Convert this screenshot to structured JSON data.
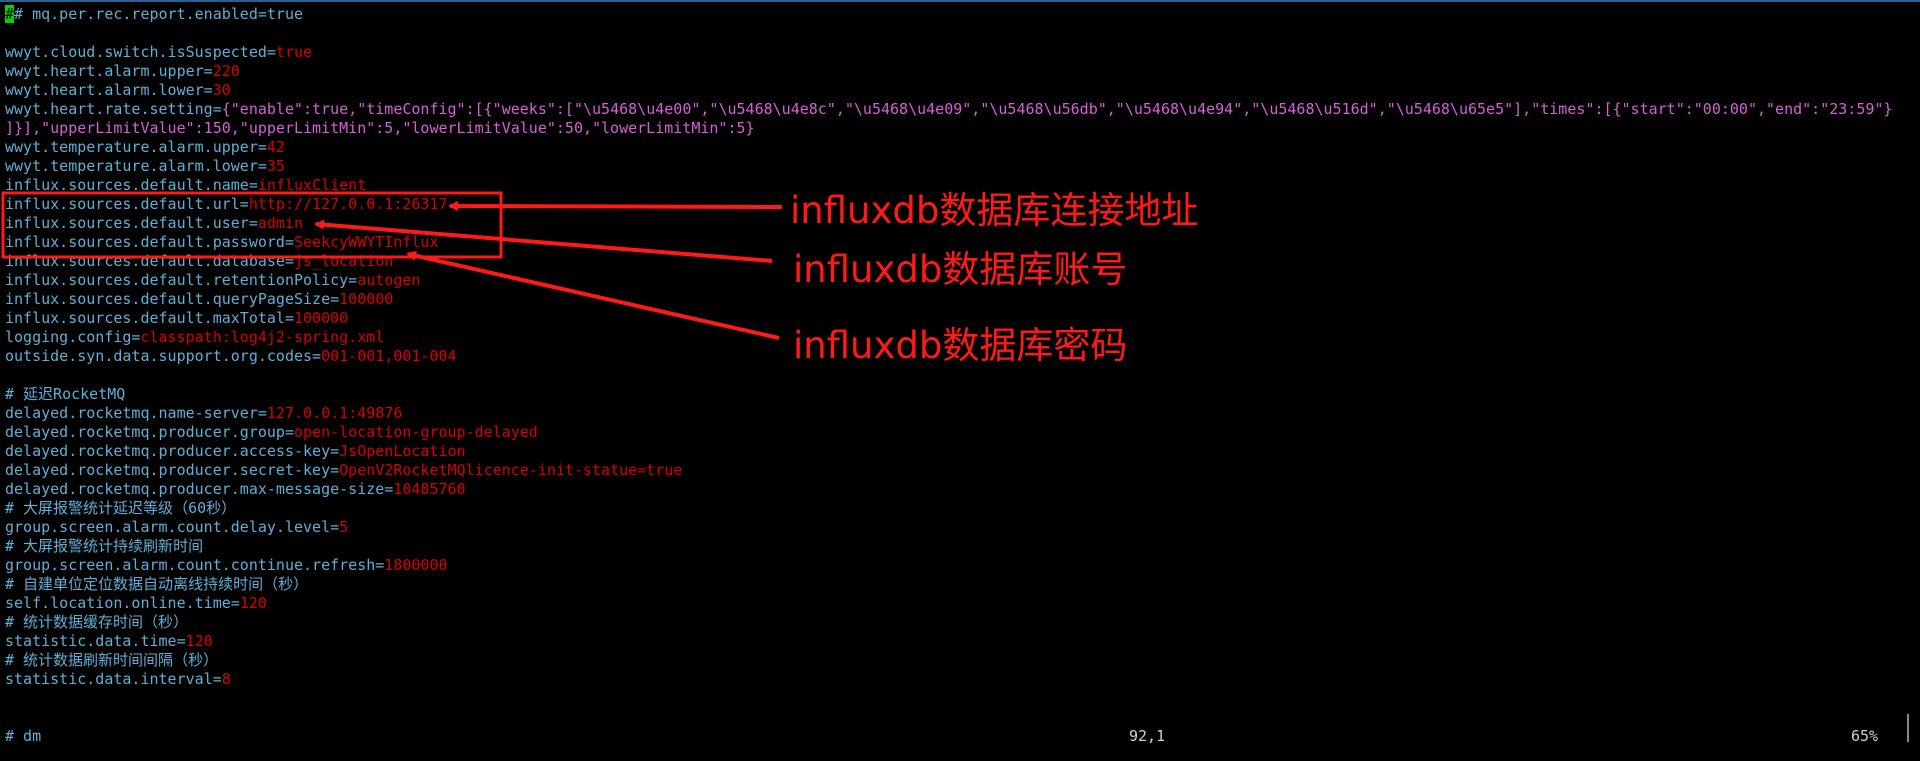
{
  "lines": [
    [
      {
        "t": "#",
        "c": "cur"
      },
      {
        "t": "# mq.per.rec.report.enabled=true",
        "c": "k"
      }
    ],
    [],
    [
      {
        "t": "wwyt.cloud.switch.isSuspected=",
        "c": "k"
      },
      {
        "t": "true",
        "c": "v"
      }
    ],
    [
      {
        "t": "wwyt.heart.alarm.upper=",
        "c": "k"
      },
      {
        "t": "220",
        "c": "v"
      }
    ],
    [
      {
        "t": "wwyt.heart.alarm.lower=",
        "c": "k"
      },
      {
        "t": "30",
        "c": "v"
      }
    ],
    [
      {
        "t": "wwyt.heart.rate.setting=",
        "c": "k"
      },
      {
        "t": "{\"enable\":true,\"timeConfig\":[{\"weeks\":[\"\\u5468\\u4e00\",\"\\u5468\\u4e8c\",\"\\u5468\\u4e09\",\"\\u5468\\u56db\",\"\\u5468\\u4e94\",\"\\u5468\\u516d\",\"\\u5468\\u65e5\"],\"times\":[{\"start\":\"00:00\",\"end\":\"23:59\"}",
        "c": "s"
      }
    ],
    [
      {
        "t": "]}],\"upperLimitValue\":150,\"upperLimitMin\":5,\"lowerLimitValue\":50,\"lowerLimitMin\":5}",
        "c": "s"
      }
    ],
    [
      {
        "t": "wwyt.temperature.alarm.upper=",
        "c": "k"
      },
      {
        "t": "42",
        "c": "v"
      }
    ],
    [
      {
        "t": "wwyt.temperature.alarm.lower=",
        "c": "k"
      },
      {
        "t": "35",
        "c": "v"
      }
    ],
    [
      {
        "t": "influx.sources.default.name=",
        "c": "k"
      },
      {
        "t": "influxClient",
        "c": "v"
      }
    ],
    [
      {
        "t": "influx.sources.default.url=",
        "c": "k"
      },
      {
        "t": "http://127.0.0.1:26317",
        "c": "v"
      }
    ],
    [
      {
        "t": "influx.sources.default.user=",
        "c": "k"
      },
      {
        "t": "admin",
        "c": "v"
      }
    ],
    [
      {
        "t": "influx.sources.default.password=",
        "c": "k"
      },
      {
        "t": "SeekcyWWYTInflux",
        "c": "v"
      }
    ],
    [
      {
        "t": "influx.sources.default.database=",
        "c": "k"
      },
      {
        "t": "js_location",
        "c": "v"
      }
    ],
    [
      {
        "t": "influx.sources.default.retentionPolicy=",
        "c": "k"
      },
      {
        "t": "autogen",
        "c": "v"
      }
    ],
    [
      {
        "t": "influx.sources.default.queryPageSize=",
        "c": "k"
      },
      {
        "t": "100000",
        "c": "v"
      }
    ],
    [
      {
        "t": "influx.sources.default.maxTotal=",
        "c": "k"
      },
      {
        "t": "100000",
        "c": "v"
      }
    ],
    [
      {
        "t": "logging.config=",
        "c": "k"
      },
      {
        "t": "classpath:log4j2-spring.xml",
        "c": "v"
      }
    ],
    [
      {
        "t": "outside.syn.data.support.org.codes=",
        "c": "k"
      },
      {
        "t": "001-001,001-004",
        "c": "v"
      }
    ],
    [],
    [
      {
        "t": "# 延迟RocketMQ",
        "c": "k"
      }
    ],
    [
      {
        "t": "delayed.rocketmq.name-server=",
        "c": "k"
      },
      {
        "t": "127.0.0.1:49876",
        "c": "v"
      }
    ],
    [
      {
        "t": "delayed.rocketmq.producer.group=",
        "c": "k"
      },
      {
        "t": "open-location-group-delayed",
        "c": "v"
      }
    ],
    [
      {
        "t": "delayed.rocketmq.producer.access-key=",
        "c": "k"
      },
      {
        "t": "JsOpenLocation",
        "c": "v"
      }
    ],
    [
      {
        "t": "delayed.rocketmq.producer.secret-key=",
        "c": "k"
      },
      {
        "t": "OpenV2RocketMQlicence-init-statue=true",
        "c": "v"
      }
    ],
    [
      {
        "t": "delayed.rocketmq.producer.max-message-size=",
        "c": "k"
      },
      {
        "t": "10485760",
        "c": "v"
      }
    ],
    [
      {
        "t": "# 大屏报警统计延迟等级（60秒）",
        "c": "k"
      }
    ],
    [
      {
        "t": "group.screen.alarm.count.delay.level=",
        "c": "k"
      },
      {
        "t": "5",
        "c": "v"
      }
    ],
    [
      {
        "t": "# 大屏报警统计持续刷新时间",
        "c": "k"
      }
    ],
    [
      {
        "t": "group.screen.alarm.count.continue.refresh=",
        "c": "k"
      },
      {
        "t": "1800000",
        "c": "v"
      }
    ],
    [
      {
        "t": "# 自建单位定位数据自动离线持续时间（秒）",
        "c": "k"
      }
    ],
    [
      {
        "t": "self.location.online.time=",
        "c": "k"
      },
      {
        "t": "120",
        "c": "v"
      }
    ],
    [
      {
        "t": "# 统计数据缓存时间（秒）",
        "c": "k"
      }
    ],
    [
      {
        "t": "statistic.data.time=",
        "c": "k"
      },
      {
        "t": "120",
        "c": "v"
      }
    ],
    [
      {
        "t": "# 统计数据刷新时间间隔（秒）",
        "c": "k"
      }
    ],
    [
      {
        "t": "statistic.data.interval=",
        "c": "k"
      },
      {
        "t": "8",
        "c": "v"
      }
    ],
    [],
    [],
    [
      {
        "t": "# dm",
        "c": "k"
      }
    ]
  ],
  "status": {
    "position": "92,1",
    "percent": "65%"
  },
  "annotations": {
    "url_label": "influxdb数据库连接地址",
    "user_label": "influxdb数据库账号",
    "password_label": "influxdb数据库密码",
    "color": "#ff1a1a"
  }
}
